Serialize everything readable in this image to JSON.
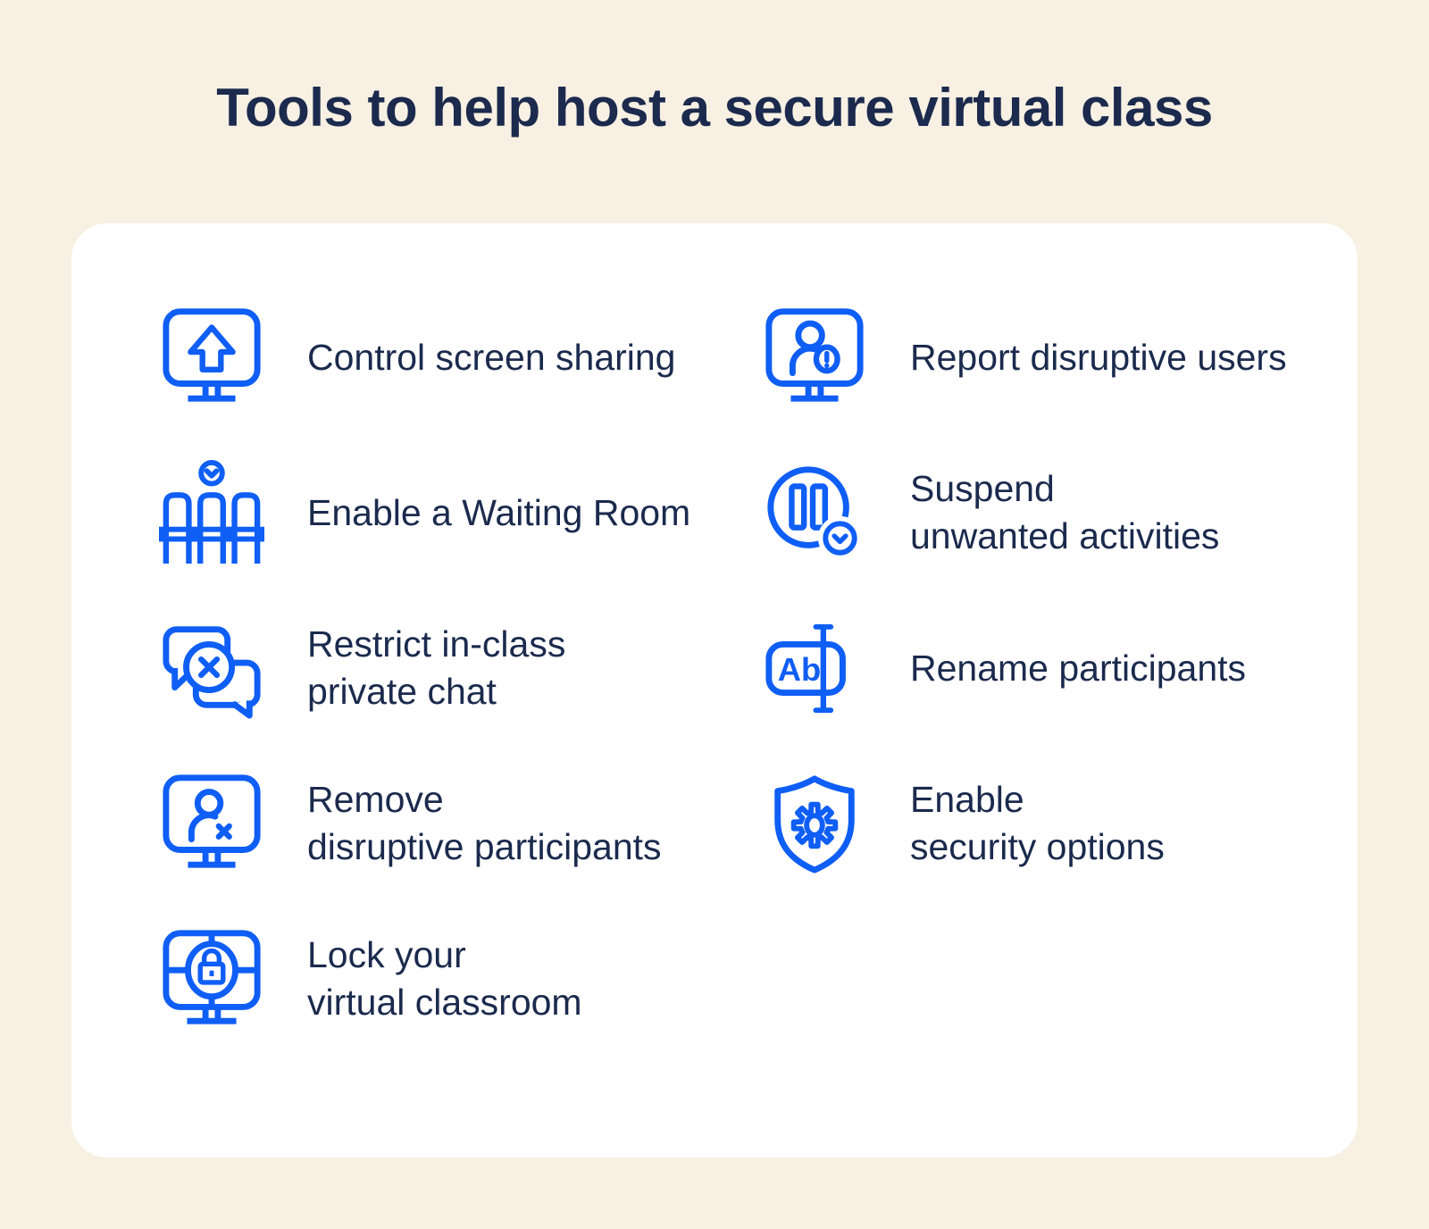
{
  "theme": {
    "background": "#F7F0E3",
    "card": "#FFFFFF",
    "accent_blue": "#0F5EF5",
    "text_navy": "#1B2A4D"
  },
  "title": "Tools to help host a secure virtual class",
  "columns": [
    {
      "items": [
        {
          "icon": "screen-share-monitor-icon",
          "lines": [
            "Control screen sharing"
          ]
        },
        {
          "icon": "waiting-room-chairs-icon",
          "lines": [
            "Enable a Waiting Room"
          ]
        },
        {
          "icon": "restricted-chat-icon",
          "lines": [
            "Restrict in-class",
            "private chat"
          ]
        },
        {
          "icon": "remove-participant-icon",
          "lines": [
            "Remove",
            "disruptive participants"
          ]
        },
        {
          "icon": "lock-classroom-icon",
          "lines": [
            "Lock your",
            "virtual classroom"
          ]
        }
      ]
    },
    {
      "items": [
        {
          "icon": "report-user-icon",
          "lines": [
            "Report disruptive users"
          ]
        },
        {
          "icon": "suspend-activities-icon",
          "lines": [
            "Suspend",
            "unwanted activities"
          ]
        },
        {
          "icon": "rename-participants-icon",
          "lines": [
            "Rename participants"
          ]
        },
        {
          "icon": "security-shield-icon",
          "lines": [
            "Enable",
            "security options"
          ]
        }
      ]
    }
  ],
  "icon_labels": {
    "rename_letters": "Ab"
  }
}
